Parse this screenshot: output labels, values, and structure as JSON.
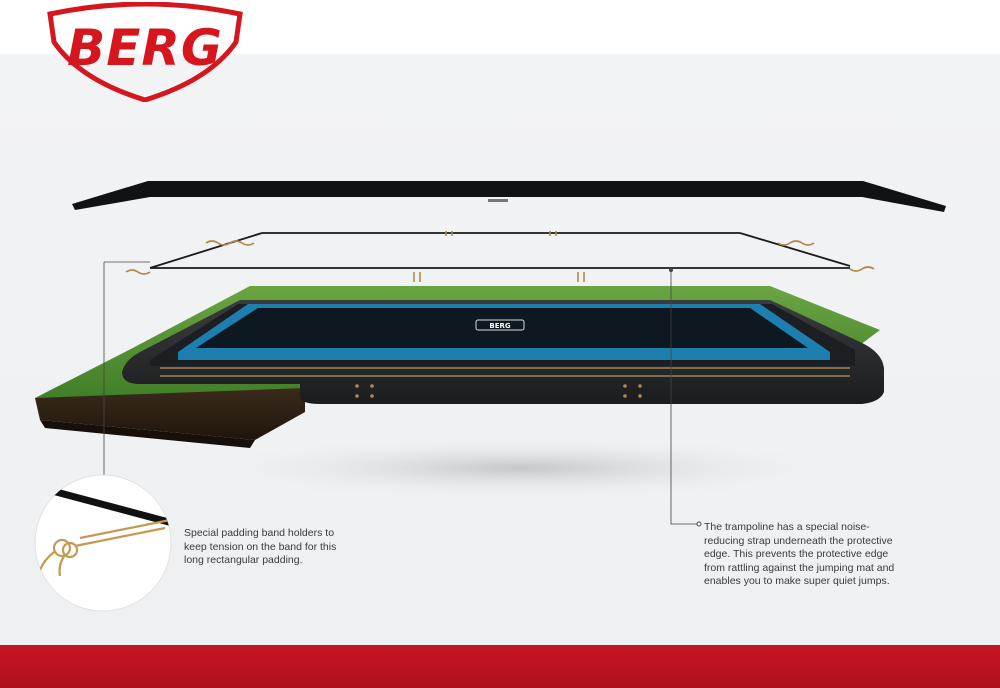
{
  "brand": {
    "logo_text": "BERG",
    "primary_color": "#d5161f",
    "footer_color": "#c41624"
  },
  "product": {
    "mat_logo_text": "BERG"
  },
  "callouts": {
    "padding_holders": "Special padding band holders to keep tension on the band for this long rectangular padding.",
    "noise_strap": "The trampoline has a special noise-reducing strap underneath the protective edge. This prevents the protective edge from rattling against the jumping mat and enables you to make super quiet jumps."
  }
}
